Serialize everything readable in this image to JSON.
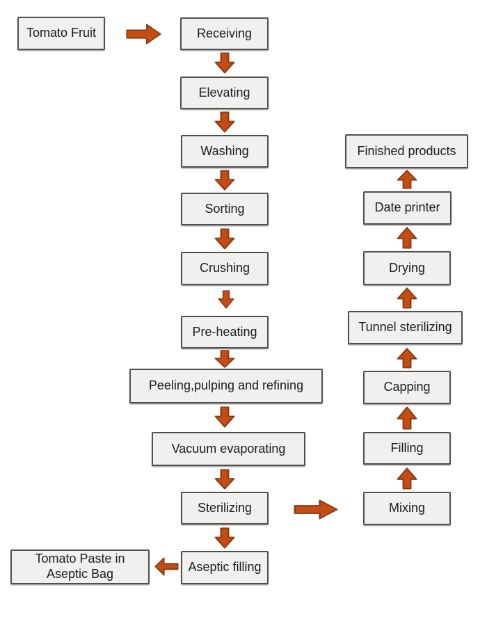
{
  "colors": {
    "arrow_fill": "#c44d16",
    "arrow_outline": "#8a3a0e",
    "box_fill": "#f0f0ef",
    "box_border": "#505050",
    "text": "#1b1b1b",
    "background": "#ffffff"
  },
  "nodes": {
    "tomato_fruit": {
      "label": "Tomato Fruit"
    },
    "receiving": {
      "label": "Receiving"
    },
    "elevating": {
      "label": "Elevating"
    },
    "washing": {
      "label": "Washing"
    },
    "sorting": {
      "label": "Sorting"
    },
    "crushing": {
      "label": "Crushing"
    },
    "pre_heating": {
      "label": "Pre-heating"
    },
    "peeling_pulping_refining": {
      "label": "Peeling,pulping and refining"
    },
    "vacuum_evaporating": {
      "label": "Vacuum evaporating"
    },
    "sterilizing": {
      "label": "Sterilizing"
    },
    "aseptic_filling": {
      "label": "Aseptic filling"
    },
    "tomato_paste_in_aseptic_bag": {
      "label": "Tomato Paste in Aseptic Bag"
    },
    "mixing": {
      "label": "Mixing"
    },
    "filling": {
      "label": "Filling"
    },
    "capping": {
      "label": "Capping"
    },
    "tunnel_sterilizing": {
      "label": "Tunnel sterilizing"
    },
    "drying": {
      "label": "Drying"
    },
    "date_printer": {
      "label": "Date printer"
    },
    "finished_products": {
      "label": "Finished products"
    }
  },
  "connections": [
    {
      "from": "Tomato Fruit",
      "to": "Receiving",
      "direction": "right"
    },
    {
      "from": "Receiving",
      "to": "Elevating",
      "direction": "down"
    },
    {
      "from": "Elevating",
      "to": "Washing",
      "direction": "down"
    },
    {
      "from": "Washing",
      "to": "Sorting",
      "direction": "down"
    },
    {
      "from": "Sorting",
      "to": "Crushing",
      "direction": "down"
    },
    {
      "from": "Crushing",
      "to": "Pre-heating",
      "direction": "down"
    },
    {
      "from": "Pre-heating",
      "to": "Peeling,pulping and refining",
      "direction": "down"
    },
    {
      "from": "Peeling,pulping and refining",
      "to": "Vacuum evaporating",
      "direction": "down"
    },
    {
      "from": "Vacuum evaporating",
      "to": "Sterilizing",
      "direction": "down"
    },
    {
      "from": "Sterilizing",
      "to": "Aseptic filling",
      "direction": "down"
    },
    {
      "from": "Aseptic filling",
      "to": "Tomato Paste in Aseptic Bag",
      "direction": "left"
    },
    {
      "from": "Sterilizing",
      "to": "Mixing",
      "direction": "right"
    },
    {
      "from": "Mixing",
      "to": "Filling",
      "direction": "up"
    },
    {
      "from": "Filling",
      "to": "Capping",
      "direction": "up"
    },
    {
      "from": "Capping",
      "to": "Tunnel sterilizing",
      "direction": "up"
    },
    {
      "from": "Tunnel sterilizing",
      "to": "Drying",
      "direction": "up"
    },
    {
      "from": "Drying",
      "to": "Date printer",
      "direction": "up"
    },
    {
      "from": "Date printer",
      "to": "Finished products",
      "direction": "up"
    }
  ]
}
